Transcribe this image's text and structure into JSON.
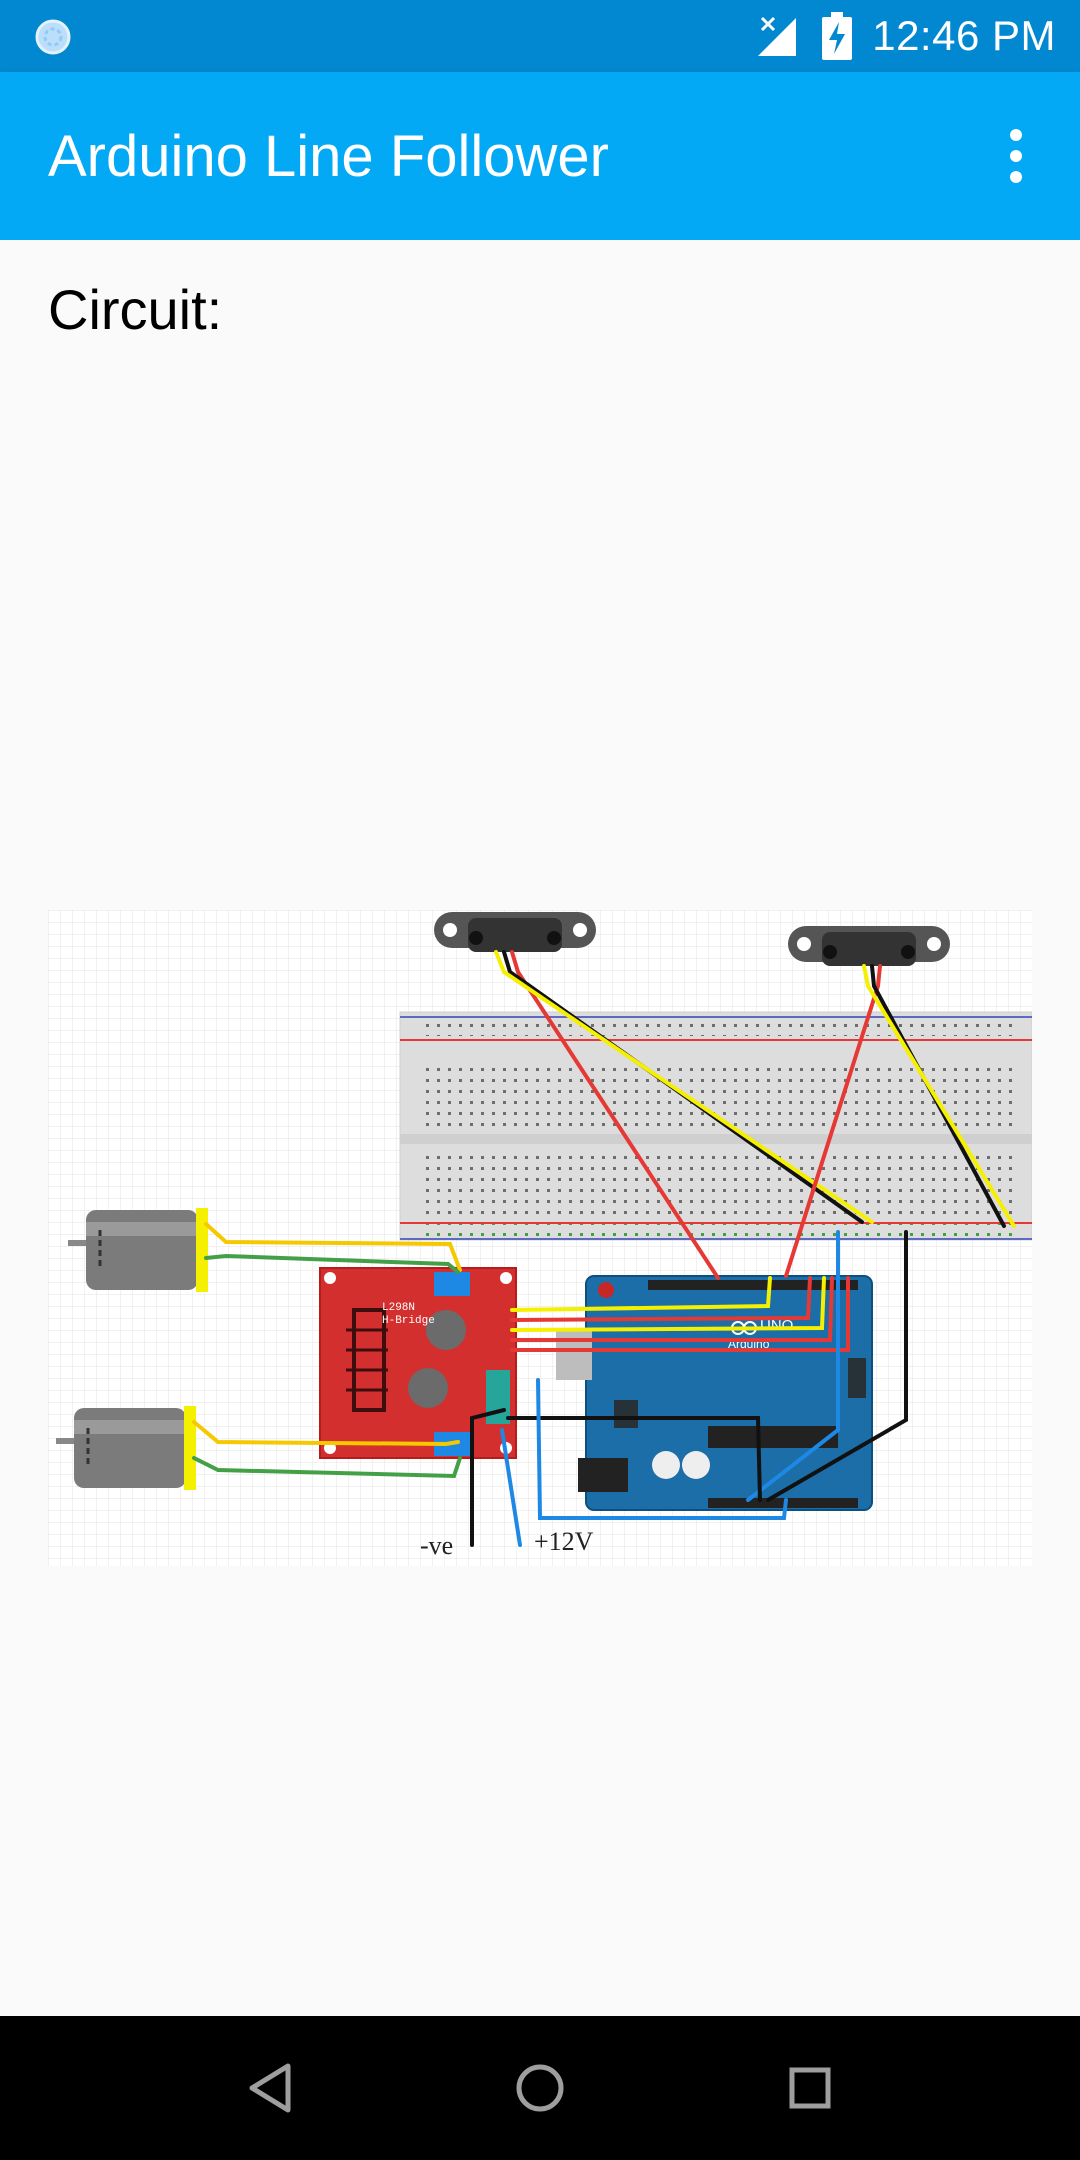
{
  "status_bar": {
    "time": "12:46 PM",
    "icons": [
      "sync-icon",
      "signal-icon",
      "battery-charging-icon"
    ]
  },
  "app_bar": {
    "title": "Arduino Line Follower",
    "menu_icon": "more-vert-icon"
  },
  "content": {
    "section_title": "Circuit:",
    "diagram": {
      "board_label": "L298N H-Bridge",
      "arduino_label": "Arduino",
      "uno_label": "UNO",
      "negative_label": "-ve",
      "positive_label": "+12V"
    }
  },
  "nav_bar": {
    "icons": [
      "back-icon",
      "home-icon",
      "recents-icon"
    ]
  },
  "colors": {
    "status_bar": "#0288d1",
    "app_bar": "#03a9f4",
    "background": "#fafafa",
    "nav_bar": "#000000"
  }
}
